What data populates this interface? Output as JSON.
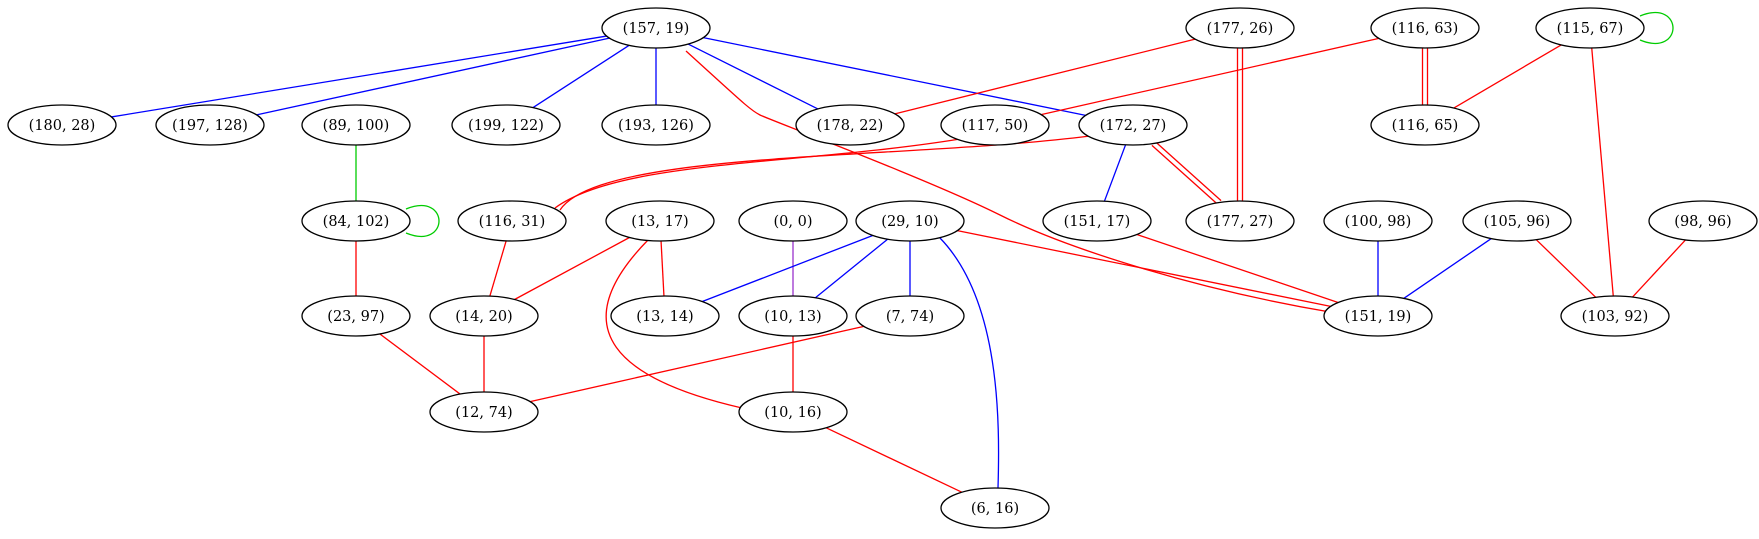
{
  "nodes": [
    {
      "id": "n157_19",
      "label": "(157, 19)"
    },
    {
      "id": "n177_26",
      "label": "(177, 26)"
    },
    {
      "id": "n116_63",
      "label": "(116, 63)"
    },
    {
      "id": "n115_67",
      "label": "(115, 67)"
    },
    {
      "id": "n180_28",
      "label": "(180, 28)"
    },
    {
      "id": "n197_128",
      "label": "(197, 128)"
    },
    {
      "id": "n89_100",
      "label": "(89, 100)"
    },
    {
      "id": "n199_122",
      "label": "(199, 122)"
    },
    {
      "id": "n193_126",
      "label": "(193, 126)"
    },
    {
      "id": "n178_22",
      "label": "(178, 22)"
    },
    {
      "id": "n117_50",
      "label": "(117, 50)"
    },
    {
      "id": "n172_27",
      "label": "(172, 27)"
    },
    {
      "id": "n116_65",
      "label": "(116, 65)"
    },
    {
      "id": "n84_102",
      "label": "(84, 102)"
    },
    {
      "id": "n116_31",
      "label": "(116, 31)"
    },
    {
      "id": "n13_17",
      "label": "(13, 17)"
    },
    {
      "id": "n0_0",
      "label": "(0, 0)"
    },
    {
      "id": "n29_10",
      "label": "(29, 10)"
    },
    {
      "id": "n151_17",
      "label": "(151, 17)"
    },
    {
      "id": "n177_27",
      "label": "(177, 27)"
    },
    {
      "id": "n100_98",
      "label": "(100, 98)"
    },
    {
      "id": "n105_96",
      "label": "(105, 96)"
    },
    {
      "id": "n98_96",
      "label": "(98, 96)"
    },
    {
      "id": "n23_97",
      "label": "(23, 97)"
    },
    {
      "id": "n14_20",
      "label": "(14, 20)"
    },
    {
      "id": "n13_14",
      "label": "(13, 14)"
    },
    {
      "id": "n10_13",
      "label": "(10, 13)"
    },
    {
      "id": "n7_74",
      "label": "(7, 74)"
    },
    {
      "id": "n151_19",
      "label": "(151, 19)"
    },
    {
      "id": "n103_92",
      "label": "(103, 92)"
    },
    {
      "id": "n12_74",
      "label": "(12, 74)"
    },
    {
      "id": "n10_16",
      "label": "(10, 16)"
    },
    {
      "id": "n6_16",
      "label": "(6, 16)"
    }
  ],
  "edges": [
    {
      "from": "n157_19",
      "to": "n180_28",
      "color": "#0000ff"
    },
    {
      "from": "n157_19",
      "to": "n197_128",
      "color": "#0000ff"
    },
    {
      "from": "n157_19",
      "to": "n199_122",
      "color": "#0000ff"
    },
    {
      "from": "n157_19",
      "to": "n193_126",
      "color": "#0000ff"
    },
    {
      "from": "n157_19",
      "to": "n178_22",
      "color": "#0000ff"
    },
    {
      "from": "n157_19",
      "to": "n172_27",
      "color": "#0000ff"
    },
    {
      "from": "n157_19",
      "to": "n151_19",
      "color": "#ff0000"
    },
    {
      "from": "n177_26",
      "to": "n178_22",
      "color": "#ff0000"
    },
    {
      "from": "n177_26",
      "to": "n177_27",
      "color": "#ff0000"
    },
    {
      "from": "n177_26",
      "to": "n177_27",
      "color": "#ff0000"
    },
    {
      "from": "n116_63",
      "to": "n117_50",
      "color": "#ff0000"
    },
    {
      "from": "n116_63",
      "to": "n116_65",
      "color": "#ff0000"
    },
    {
      "from": "n116_63",
      "to": "n116_65",
      "color": "#ff0000"
    },
    {
      "from": "n115_67",
      "to": "n115_67",
      "color": "#00cc00"
    },
    {
      "from": "n115_67",
      "to": "n116_65",
      "color": "#ff0000"
    },
    {
      "from": "n115_67",
      "to": "n103_92",
      "color": "#ff0000"
    },
    {
      "from": "n89_100",
      "to": "n84_102",
      "color": "#00cc00"
    },
    {
      "from": "n84_102",
      "to": "n84_102",
      "color": "#00cc00"
    },
    {
      "from": "n84_102",
      "to": "n23_97",
      "color": "#ff0000"
    },
    {
      "from": "n117_50",
      "to": "n116_31",
      "color": "#ff0000"
    },
    {
      "from": "n172_27",
      "to": "n116_31",
      "color": "#ff0000"
    },
    {
      "from": "n172_27",
      "to": "n151_17",
      "color": "#0000ff"
    },
    {
      "from": "n172_27",
      "to": "n177_27",
      "color": "#ff0000"
    },
    {
      "from": "n172_27",
      "to": "n177_27",
      "color": "#ff0000"
    },
    {
      "from": "n116_31",
      "to": "n14_20",
      "color": "#ff0000"
    },
    {
      "from": "n13_17",
      "to": "n14_20",
      "color": "#ff0000"
    },
    {
      "from": "n13_17",
      "to": "n13_14",
      "color": "#ff0000"
    },
    {
      "from": "n13_17",
      "to": "n10_16",
      "color": "#ff0000"
    },
    {
      "from": "n0_0",
      "to": "n10_13",
      "color": "#9933cc"
    },
    {
      "from": "n29_10",
      "to": "n13_14",
      "color": "#0000ff"
    },
    {
      "from": "n29_10",
      "to": "n10_13",
      "color": "#0000ff"
    },
    {
      "from": "n29_10",
      "to": "n7_74",
      "color": "#0000ff"
    },
    {
      "from": "n29_10",
      "to": "n6_16",
      "color": "#0000ff"
    },
    {
      "from": "n29_10",
      "to": "n151_19",
      "color": "#ff0000"
    },
    {
      "from": "n151_17",
      "to": "n151_19",
      "color": "#ff0000"
    },
    {
      "from": "n100_98",
      "to": "n151_19",
      "color": "#0000ff"
    },
    {
      "from": "n105_96",
      "to": "n151_19",
      "color": "#0000ff"
    },
    {
      "from": "n105_96",
      "to": "n103_92",
      "color": "#ff0000"
    },
    {
      "from": "n98_96",
      "to": "n103_92",
      "color": "#ff0000"
    },
    {
      "from": "n23_97",
      "to": "n12_74",
      "color": "#ff0000"
    },
    {
      "from": "n14_20",
      "to": "n12_74",
      "color": "#ff0000"
    },
    {
      "from": "n7_74",
      "to": "n12_74",
      "color": "#ff0000"
    },
    {
      "from": "n10_13",
      "to": "n10_16",
      "color": "#ff0000"
    },
    {
      "from": "n10_16",
      "to": "n6_16",
      "color": "#ff0000"
    }
  ]
}
